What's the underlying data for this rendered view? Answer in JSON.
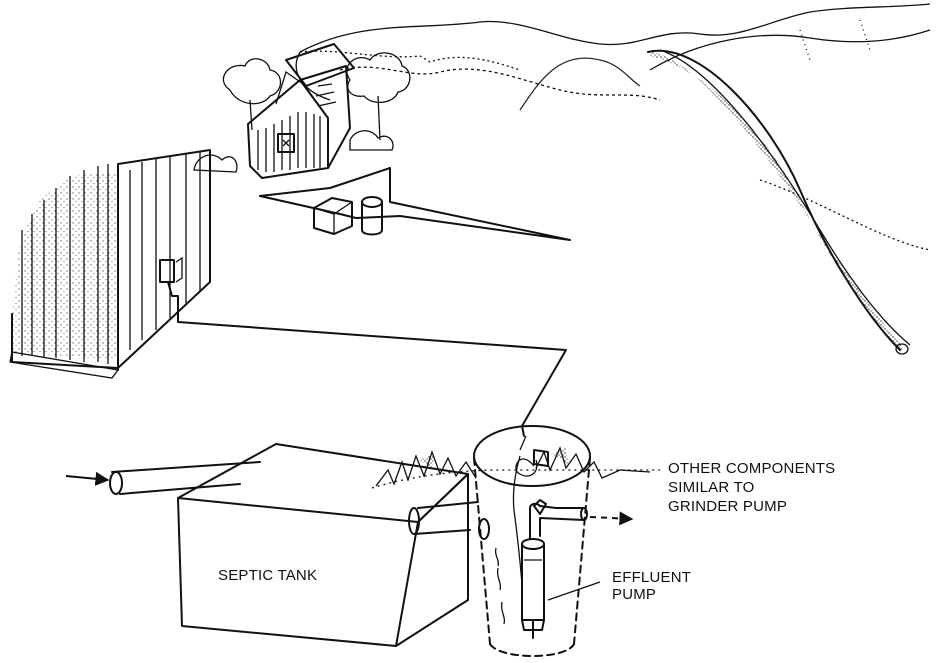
{
  "labels": {
    "septic_tank": "SEPTIC TANK",
    "effluent_pump_line1": "EFFLUENT",
    "effluent_pump_line2": "PUMP",
    "note_line1": "OTHER COMPONENTS",
    "note_line2": "SIMILAR TO",
    "note_line3": "GRINDER PUMP"
  },
  "colors": {
    "ink": "#111111",
    "paper": "#ffffff"
  }
}
